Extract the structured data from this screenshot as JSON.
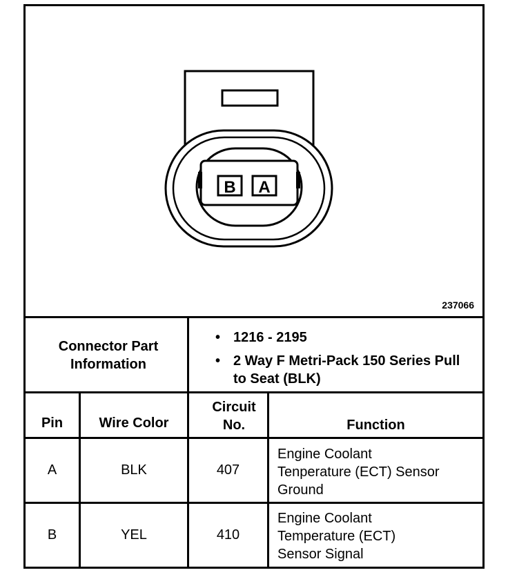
{
  "diagram": {
    "figure_id": "237066",
    "pin_labels": [
      "B",
      "A"
    ]
  },
  "connector_info": {
    "label": "Connector Part Information",
    "bullets": [
      "1216 - 2195",
      "2 Way F Metri-Pack 150 Series Pull to Seat (BLK)"
    ]
  },
  "table": {
    "headers": {
      "pin": "Pin",
      "wire_color": "Wire Color",
      "circuit": "Circuit No.",
      "function": "Function"
    },
    "rows": [
      {
        "pin": "A",
        "wire_color": "BLK",
        "circuit": "407",
        "function": "Engine Coolant Tenperature (ECT) Sensor Ground"
      },
      {
        "pin": "B",
        "wire_color": "YEL",
        "circuit": "410",
        "function": "Engine Coolant Temperature (ECT) Sensor Signal"
      }
    ]
  }
}
